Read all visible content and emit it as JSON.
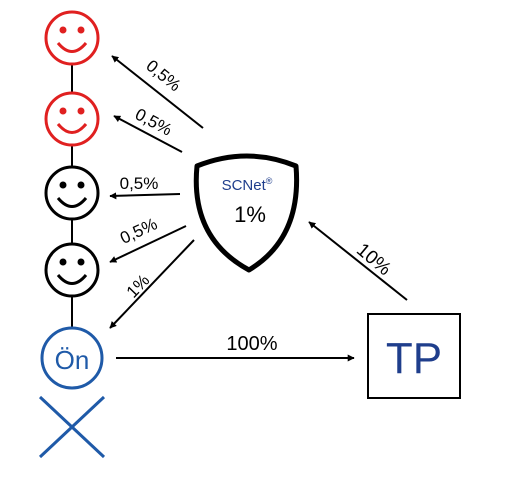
{
  "network": {
    "name": "SCNet",
    "mark": "®",
    "rate": "1%",
    "name_color": "#1f3e8c"
  },
  "target": {
    "label": "TP",
    "color": "#1f3e8c"
  },
  "person": {
    "label": "Ön",
    "color": "#1f5aa8"
  },
  "smileys": [
    {
      "color": "#e02020"
    },
    {
      "color": "#e02020"
    },
    {
      "color": "#000000"
    },
    {
      "color": "#000000"
    }
  ],
  "arrows": {
    "to_smiley_1": "0,5%",
    "to_smiley_2": "0,5%",
    "to_smiley_3": "0,5%",
    "to_smiley_4": "0,5%",
    "to_person": "1%",
    "person_to_tp": "100%",
    "tp_to_network": "10%"
  }
}
